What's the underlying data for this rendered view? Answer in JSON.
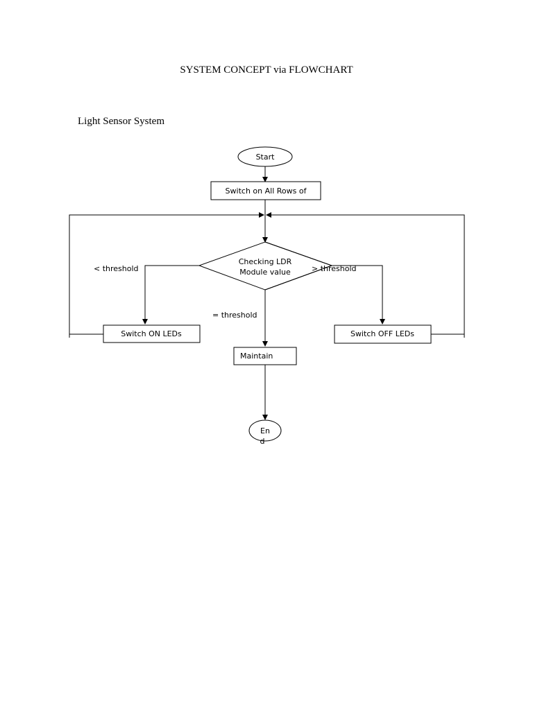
{
  "document": {
    "title": "SYSTEM CONCEPT via FLOWCHART",
    "subtitle": "Light Sensor System"
  },
  "flowchart": {
    "nodes": {
      "start": "Start",
      "switch_on_rows": "Switch on All Rows of",
      "decision_line1": "Checking LDR",
      "decision_line2": "Module value",
      "switch_on_leds": "Switch ON LEDs",
      "switch_off_leds": "Switch OFF LEDs",
      "maintain": "Maintain",
      "end_line1": "En",
      "end_line2": "d"
    },
    "edge_labels": {
      "less_than": "< threshold",
      "greater_than": "> threshold",
      "equal": "= threshold"
    }
  }
}
